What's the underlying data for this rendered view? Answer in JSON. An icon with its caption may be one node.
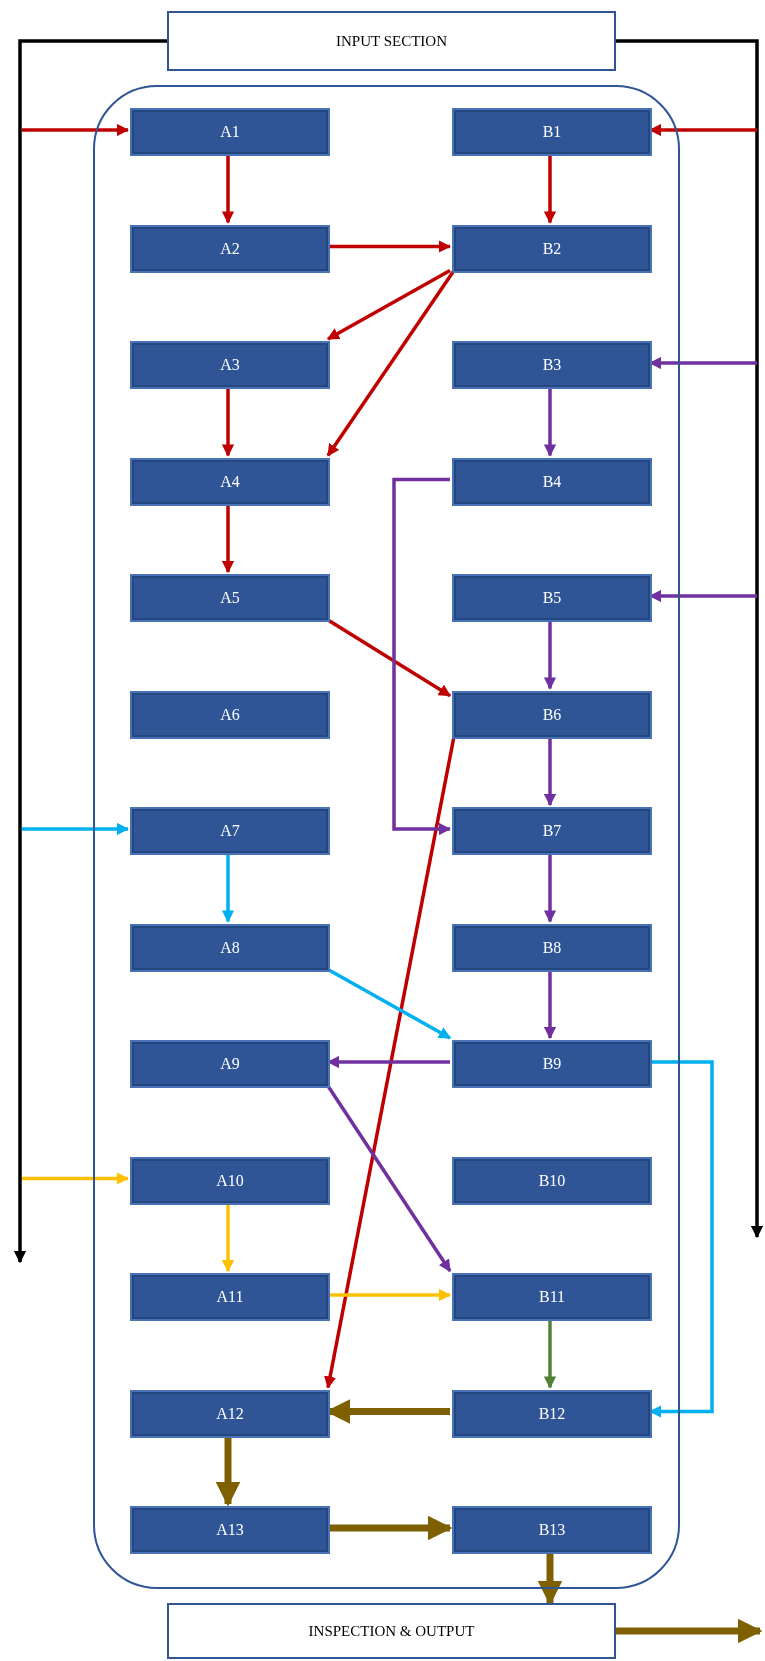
{
  "diagram": {
    "nodes": [
      {
        "text": [
          "INPUT SECTION"
        ]
      },
      {
        "text": [],
        "shape": "box"
      },
      {
        "text": [
          "A1"
        ],
        "in": 1
      },
      {
        "text": [
          "A2"
        ],
        "in": 1
      },
      {
        "text": [
          "A3"
        ],
        "in": 1
      },
      {
        "text": [
          "A4"
        ],
        "in": 1
      },
      {
        "text": [
          "A5"
        ],
        "in": 1
      },
      {
        "text": [
          "A6"
        ],
        "in": 1
      },
      {
        "text": [
          "A7"
        ],
        "in": 1
      },
      {
        "text": [
          "A8"
        ],
        "in": 1
      },
      {
        "text": [
          "A9"
        ],
        "in": 1
      },
      {
        "text": [
          "A10"
        ],
        "in": 1
      },
      {
        "text": [
          "A11"
        ],
        "in": 1
      },
      {
        "text": [
          "A12"
        ],
        "in": 1
      },
      {
        "text": [
          "A13"
        ],
        "in": 1
      },
      {
        "text": [
          "B1"
        ],
        "in": 1
      },
      {
        "text": [
          "B2"
        ],
        "in": 1
      },
      {
        "text": [
          "B3"
        ],
        "in": 1
      },
      {
        "text": [
          "B4"
        ],
        "in": 1
      },
      {
        "text": [
          "B5"
        ],
        "in": 1
      },
      {
        "text": [
          "B6"
        ],
        "in": 1
      },
      {
        "text": [
          "B7"
        ],
        "in": 1
      },
      {
        "text": [
          "B8"
        ],
        "in": 1
      },
      {
        "text": [
          "B9"
        ],
        "in": 1
      },
      {
        "text": [
          "B10"
        ],
        "in": 1
      },
      {
        "text": [
          "B11"
        ],
        "in": 1
      },
      {
        "text": [
          "B12"
        ],
        "in": 1
      },
      {
        "text": [
          "B13"
        ],
        "in": 1
      },
      {
        "text": [
          "INSPECTION & OUTPUT"
        ]
      }
    ],
    "edges": [
      {
        "from": 0,
        "to": null,
        "arrow": "to",
        "color": "#000000"
      },
      {
        "from": 0,
        "to": null,
        "arrow": "to",
        "color": "#000000"
      },
      {
        "from": null,
        "to": 2,
        "arrow": "to"
      },
      {
        "from": null,
        "to": 15,
        "arrow": "to"
      },
      {
        "from": 2,
        "to": 3,
        "arrow": "to"
      },
      {
        "from": 15,
        "to": 16,
        "arrow": "to"
      },
      {
        "from": 3,
        "to": 16,
        "arrow": "to"
      },
      {
        "from": 16,
        "to": 4,
        "arrow": "to"
      },
      {
        "from": 16,
        "to": 5,
        "arrow": "to"
      },
      {
        "from": 4,
        "to": 5,
        "arrow": "to"
      },
      {
        "from": 5,
        "to": 6,
        "arrow": "to"
      },
      {
        "from": 6,
        "to": 20,
        "arrow": "to"
      },
      {
        "from": 20,
        "to": 13,
        "arrow": "to"
      },
      {
        "from": null,
        "to": 17,
        "arrow": "to",
        "color": "#7030a0"
      },
      {
        "from": 17,
        "to": 18,
        "arrow": "to",
        "color": "#7030a0"
      },
      {
        "from": 18,
        "to": 21,
        "arrow": "to",
        "color": "#7030a0"
      },
      {
        "from": null,
        "to": 19,
        "arrow": "to",
        "color": "#7030a0"
      },
      {
        "from": 19,
        "to": 20,
        "arrow": "to",
        "color": "#7030a0"
      },
      {
        "from": 20,
        "to": 21,
        "arrow": "to",
        "color": "#7030a0"
      },
      {
        "from": 21,
        "to": 22,
        "arrow": "to",
        "color": "#7030a0"
      },
      {
        "from": 22,
        "to": 23,
        "arrow": "to",
        "color": "#7030a0"
      },
      {
        "from": 23,
        "to": 10,
        "arrow": "to",
        "color": "#7030a0"
      },
      {
        "from": 10,
        "to": 25,
        "arrow": "to",
        "color": "#7030a0"
      },
      {
        "from": null,
        "to": 8,
        "arrow": "to",
        "color": "#00b0f0"
      },
      {
        "from": 8,
        "to": 9,
        "arrow": "to",
        "color": "#00b0f0"
      },
      {
        "from": 9,
        "to": 23,
        "arrow": "to",
        "color": "#00b0f0"
      },
      {
        "from": 23,
        "to": 26,
        "arrow": "to",
        "color": "#00b0f0"
      },
      {
        "from": null,
        "to": 11,
        "arrow": "to",
        "color": "#ffc000"
      },
      {
        "from": 11,
        "to": 12,
        "arrow": "to",
        "color": "#ffc000"
      },
      {
        "from": 12,
        "to": 25,
        "arrow": "to",
        "color": "#ffc000"
      },
      {
        "from": 25,
        "to": 26,
        "arrow": "to",
        "color": "#548235"
      },
      {
        "from": 26,
        "to": 13,
        "arrow": "to",
        "style": "thick",
        "color": "#7f6000"
      },
      {
        "from": 13,
        "to": 14,
        "arrow": "to",
        "style": "thick",
        "color": "#7f6000"
      },
      {
        "from": 14,
        "to": 27,
        "arrow": "to",
        "style": "thick",
        "color": "#7f6000"
      },
      {
        "from": 27,
        "to": 28,
        "arrow": "to",
        "style": "thick",
        "color": "#7f6000"
      },
      {
        "from": 28,
        "to": null,
        "arrow": "to",
        "style": "thick",
        "color": "#7f6000"
      }
    ]
  }
}
